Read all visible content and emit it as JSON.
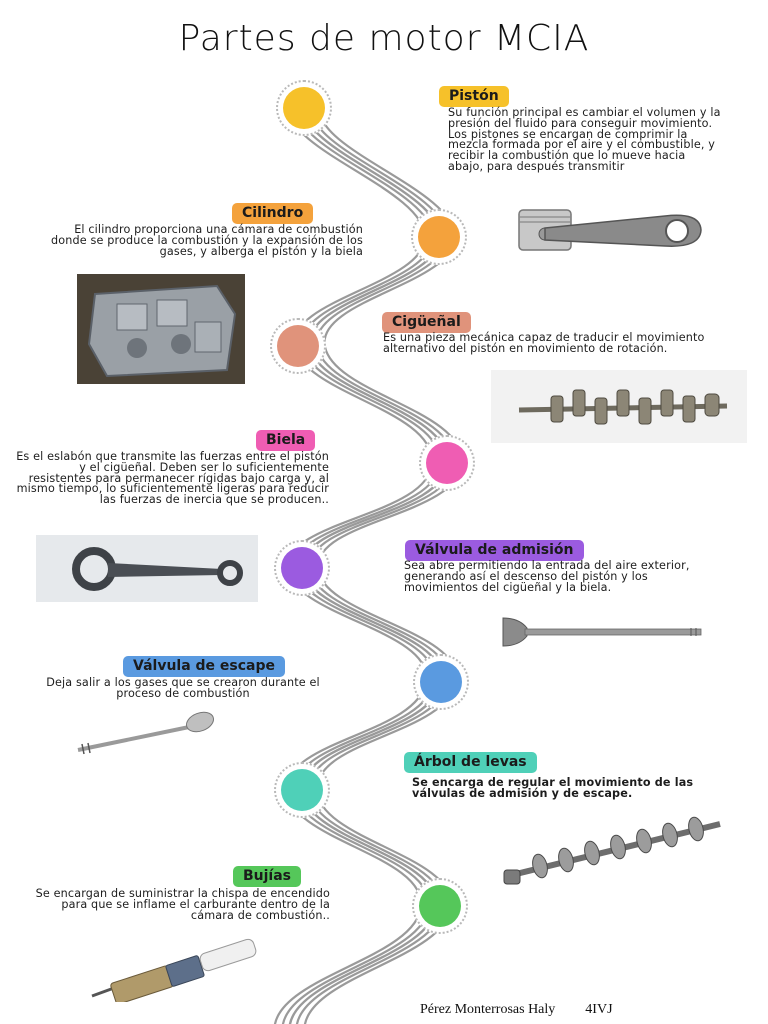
{
  "title": "Partes de motor MCIA",
  "colors": {
    "piston": "#f6c12a",
    "cilindro": "#f4a23c",
    "ciguenal": "#e0937b",
    "biela": "#ef5db3",
    "admision": "#9b5be0",
    "escape": "#5a9ae0",
    "levas": "#4fd0b8",
    "bujias": "#55c75a",
    "road": "#9a9a9a"
  },
  "sections": {
    "piston": {
      "label": "Pistón",
      "text": "Su función principal es cambiar el volumen y la presión del fluido para conseguir movimiento. Los pistones se encargan de comprimir la mezcla formada por el aire y el combustible, y recibir la combustión que lo mueve hacia abajo, para después transmitir"
    },
    "cilindro": {
      "label": "Cilindro",
      "text": "El cilindro proporciona una cámara de combustión donde se produce la combustión y la expansión de los gases, y alberga el pistón y la biela"
    },
    "ciguenal": {
      "label": "Cigüeñal",
      "text": "Es una pieza mecánica capaz de traducir el movimiento alternativo del pistón en movimiento de rotación."
    },
    "biela": {
      "label": "Biela",
      "text": "Es el eslabón que transmite las fuerzas entre el pistón y el cigüeñal. Deben ser lo suficientemente resistentes para permanecer rígidas bajo carga y, al mismo tiempo, lo suficientemente ligeras para reducir las fuerzas de inercia que se producen.."
    },
    "admision": {
      "label": "Válvula de admisión",
      "text": "Sea abre permitiendo la entrada del aire exterior, generando así el descenso del pistón y los movimientos del cigüeñal y la biela."
    },
    "escape": {
      "label": "Válvula de escape",
      "text": "Deja salir a los gases  que se  crearon durante el proceso de combustión"
    },
    "levas": {
      "label": "Árbol de levas",
      "text": "Se encarga de regular el movimiento de las válvulas de admisión y de escape."
    },
    "bujias": {
      "label": "Bujías",
      "text": "Se encargan de suministrar la chispa de encendido para que se inflame el carburante dentro de la cámara de combustión.."
    }
  },
  "footer": {
    "author": "Pérez Monterrosas Haly",
    "group": "4IVJ"
  }
}
